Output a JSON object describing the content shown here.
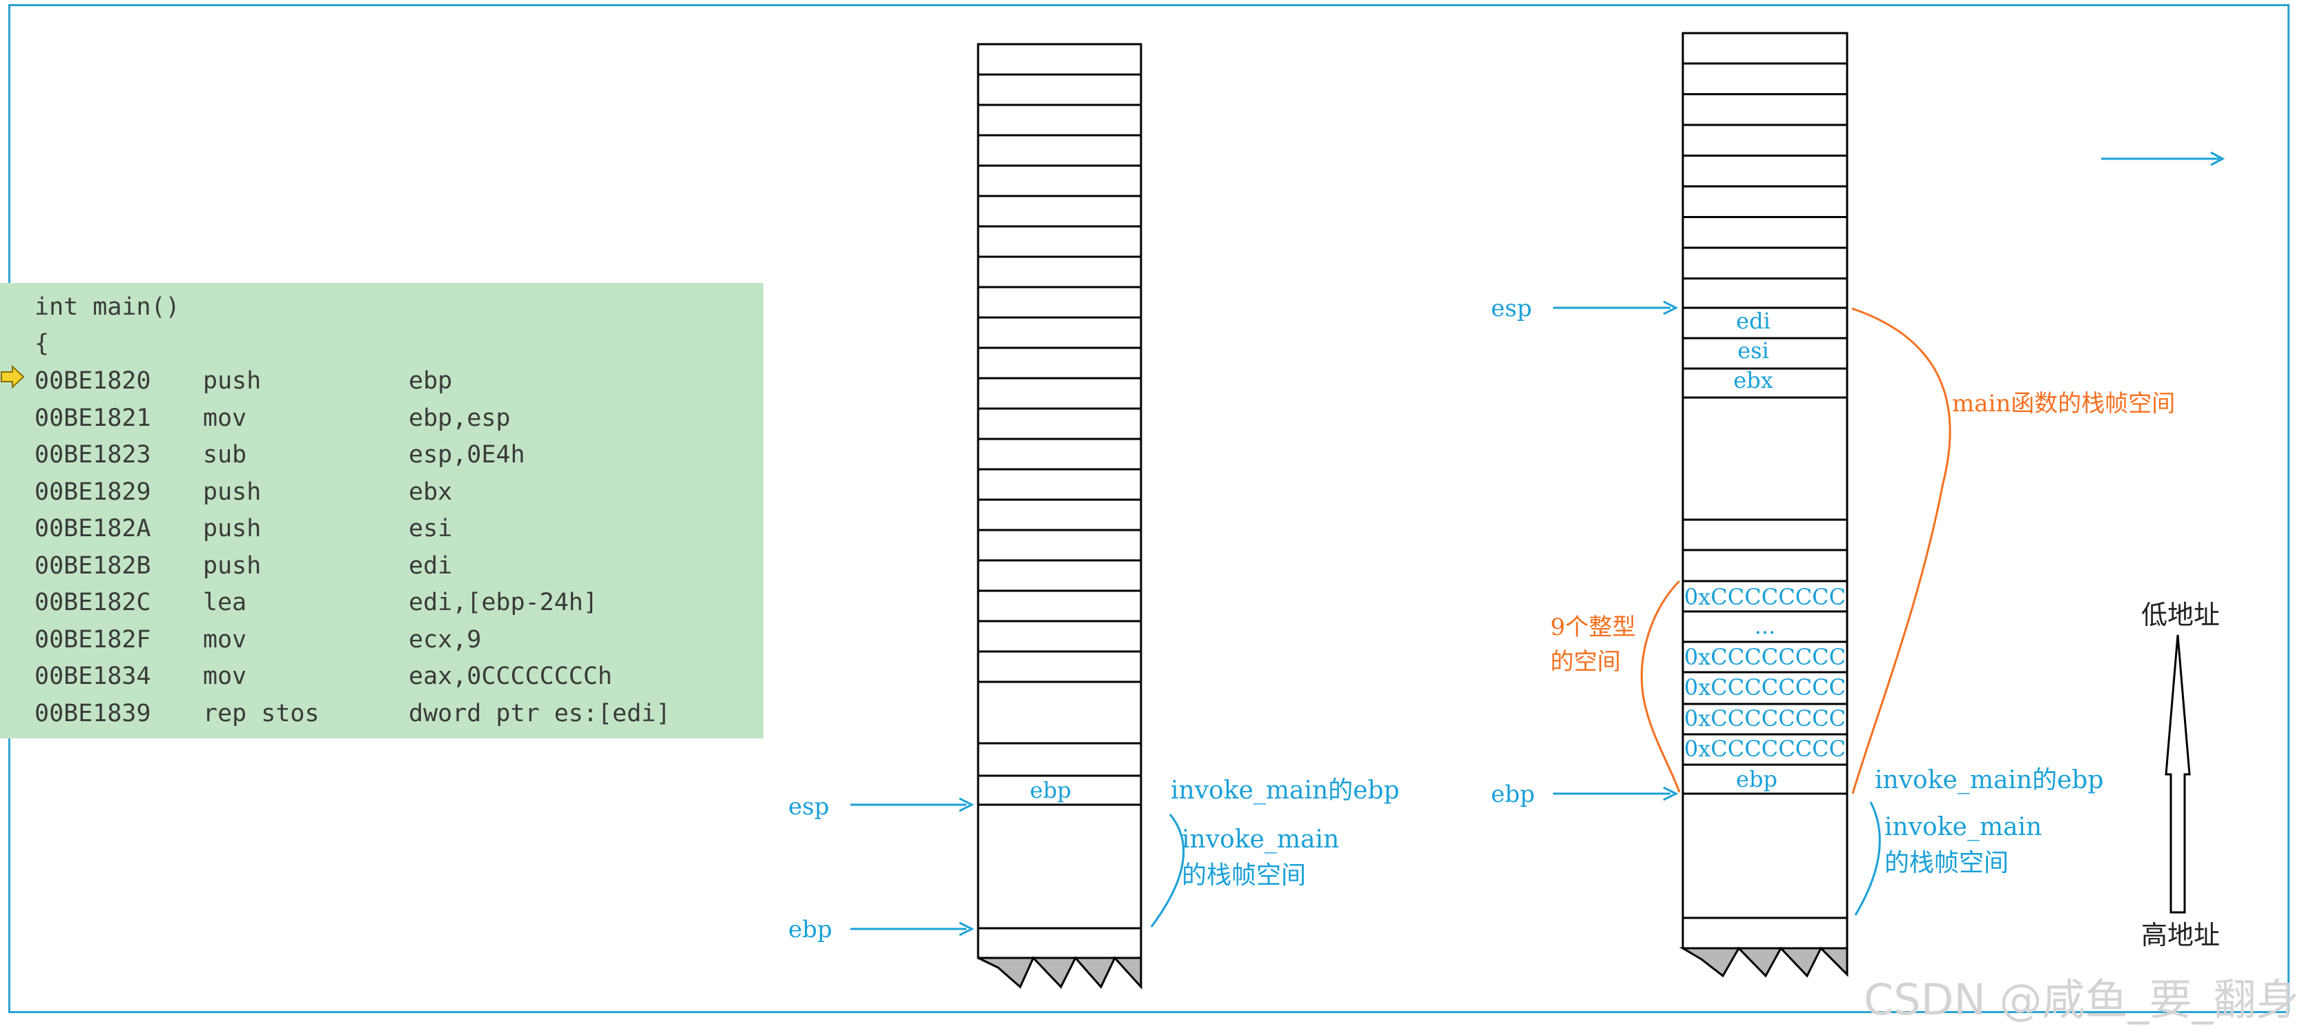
{
  "code": {
    "header": [
      "int main()",
      "{"
    ],
    "instructions": [
      {
        "addr": "00BE1820",
        "op": "push",
        "arg": "ebp"
      },
      {
        "addr": "00BE1821",
        "op": "mov",
        "arg": "ebp,esp"
      },
      {
        "addr": "00BE1823",
        "op": "sub",
        "arg": "esp,0E4h"
      },
      {
        "addr": "00BE1829",
        "op": "push",
        "arg": "ebx"
      },
      {
        "addr": "00BE182A",
        "op": "push",
        "arg": "esi"
      },
      {
        "addr": "00BE182B",
        "op": "push",
        "arg": "edi"
      },
      {
        "addr": "00BE182C",
        "op": "lea",
        "arg": "edi,[ebp-24h]"
      },
      {
        "addr": "00BE182F",
        "op": "mov",
        "arg": "ecx,9"
      },
      {
        "addr": "00BE1834",
        "op": "mov",
        "arg": "eax,0CCCCCCCCh"
      },
      {
        "addr": "00BE1839",
        "op": "rep stos",
        "arg": "dword ptr es:[edi]"
      }
    ]
  },
  "stack1": {
    "cell_ebp": "ebp",
    "esp_label": "esp",
    "ebp_label": "ebp",
    "saved_ebp_label": "invoke_main的ebp",
    "frame_label_1": "invoke_main",
    "frame_label_2": "的栈帧空间"
  },
  "stack2": {
    "cells": [
      "edi",
      "esi",
      "ebx"
    ],
    "cc_cells": [
      "0xCCCCCCCC",
      "...",
      "0xCCCCCCCC",
      "0xCCCCCCCC",
      "0xCCCCCCCC",
      "0xCCCCCCCC"
    ],
    "cell_ebp": "ebp",
    "esp_label": "esp",
    "ebp_label": "ebp",
    "main_frame_label": "main函数的栈帧空间",
    "ints_label_1": "9个整型",
    "ints_label_2": "的空间",
    "saved_ebp_label": "invoke_main的ebp",
    "frame_label_1": "invoke_main",
    "frame_label_2": "的栈帧空间"
  },
  "legend": {
    "low_address": "低地址",
    "high_address": "高地址"
  },
  "watermark": "CSDN @咸鱼_要_翻身",
  "colors": {
    "blue": "#1aa0d8",
    "orange": "#f5701f",
    "code_bg": "#c2e4c6"
  }
}
